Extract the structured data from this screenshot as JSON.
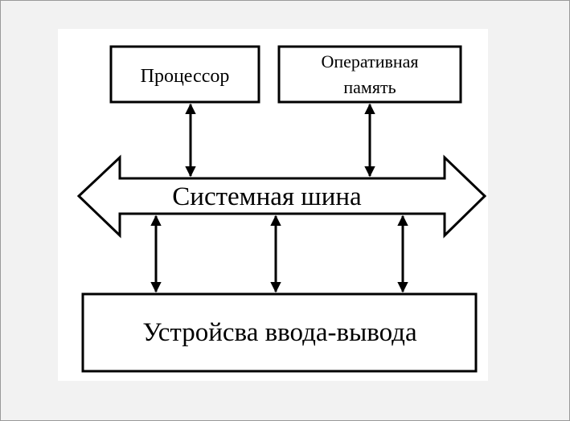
{
  "diagram": {
    "processor_label": "Процессор",
    "memory_label_line1": "Оперативная",
    "memory_label_line2": "память",
    "bus_label": "Системная шина",
    "io_label": "Устройсва ввода-вывода"
  }
}
